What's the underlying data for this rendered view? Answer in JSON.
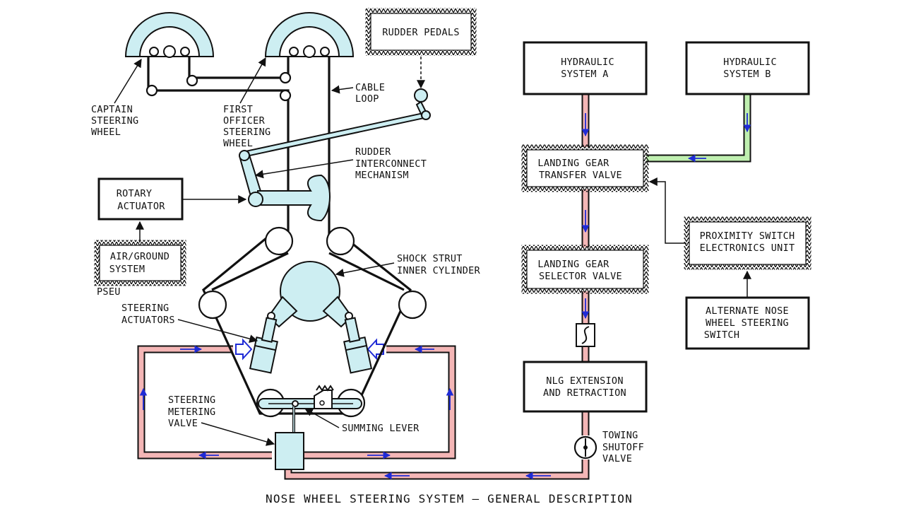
{
  "title": "NOSE WHEEL STEERING SYSTEM – GENERAL DESCRIPTION",
  "labels": {
    "rudder_pedals": "RUDDER PEDALS",
    "cable_loop_1": "CABLE",
    "cable_loop_2": "LOOP",
    "captain_1": "CAPTAIN",
    "captain_2": "STEERING",
    "captain_3": "WHEEL",
    "fo_1": "FIRST",
    "fo_2": "OFFICER",
    "fo_3": "STEERING",
    "fo_4": "WHEEL",
    "rudder_ic_1": "RUDDER",
    "rudder_ic_2": "INTERCONNECT",
    "rudder_ic_3": "MECHANISM",
    "rotary_1": "ROTARY",
    "rotary_2": "ACTUATOR",
    "airground_1": "AIR/GROUND",
    "airground_2": "SYSTEM",
    "pseu": "PSEU",
    "shock_1": "SHOCK STRUT",
    "shock_2": "INNER CYLINDER",
    "steer_act_1": "STEERING",
    "steer_act_2": "ACTUATORS",
    "smv_1": "STEERING",
    "smv_2": "METERING",
    "smv_3": "VALVE",
    "summing": "SUMMING LEVER",
    "hyd_a_1": "HYDRAULIC",
    "hyd_a_2": "SYSTEM A",
    "hyd_b_1": "HYDRAULIC",
    "hyd_b_2": "SYSTEM B",
    "lgtv_1": "LANDING GEAR",
    "lgtv_2": "TRANSFER VALVE",
    "lgsv_1": "LANDING GEAR",
    "lgsv_2": "SELECTOR VALVE",
    "prox_1": "PROXIMITY SWITCH",
    "prox_2": "ELECTRONICS UNIT",
    "alt_1": "ALTERNATE NOSE",
    "alt_2": "WHEEL STEERING",
    "alt_3": "SWITCH",
    "nlg_1": "NLG EXTENSION",
    "nlg_2": "AND RETRACTION",
    "tow_1": "TOWING",
    "tow_2": "SHUTOFF",
    "tow_3": "VALVE"
  },
  "colors": {
    "mechanism_fill": "#cdeef2",
    "pressure_line": "#f4b6b6",
    "system_b_line": "#bfefb0",
    "flow_arrow": "#1f2bd6"
  }
}
